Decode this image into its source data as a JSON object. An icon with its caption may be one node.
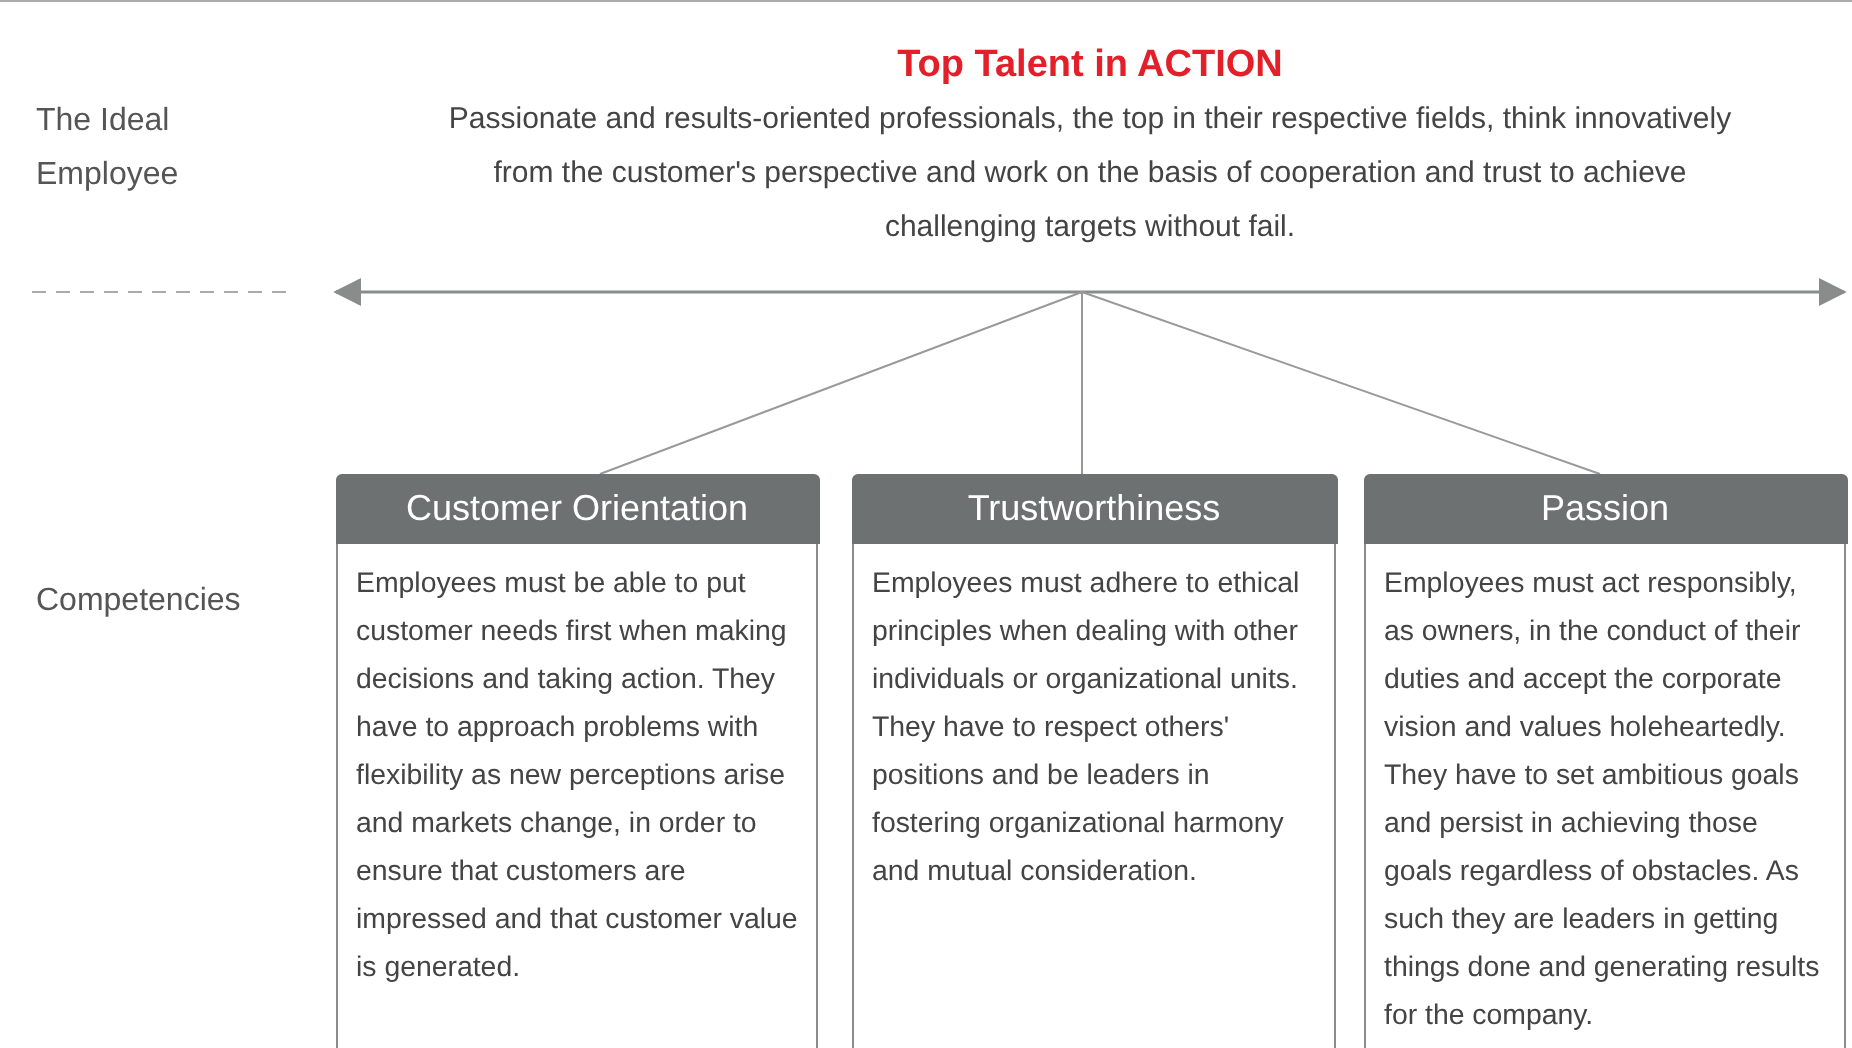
{
  "diagram": {
    "nodes": [
      {
        "text": [
          "Top Talent in ACTION",
          "Passionate and results-oriented professionals, the top in their respective fields, think innovatively from the customer's perspective and work on the basis of cooperation and trust to achieve challenging targets without fail."
        ]
      },
      {
        "text": [
          "Customer Orientation",
          "Employees must be able to put customer needs first when making decisions and taking action. They have to approach problems with flexibility as new perceptions arise and markets change, in order to ensure that customers are impressed and that customer value is generated."
        ]
      },
      {
        "text": [
          "Trustworthiness",
          "Employees must adhere to ethical principles when dealing with other individuals or organizational units. They have to respect others' positions and be leaders in fostering organizational harmony and mutual consideration."
        ]
      },
      {
        "text": [
          "Passion",
          "Employees must act responsibly, as owners, in the conduct of their duties and accept the corporate vision and values holeheartedly. They have to set ambitious goals and persist in achieving those goals regardless of obstacles. As such they are leaders in getting things done and generating results for the company."
        ]
      }
    ],
    "edges": [
      {
        "from": 0,
        "to": 1,
        "arrow": "none"
      },
      {
        "from": 0,
        "to": 2,
        "arrow": "none"
      },
      {
        "from": 0,
        "to": 3,
        "arrow": "none"
      }
    ],
    "labels": [
      "The Ideal Employee",
      "Competencies"
    ]
  }
}
